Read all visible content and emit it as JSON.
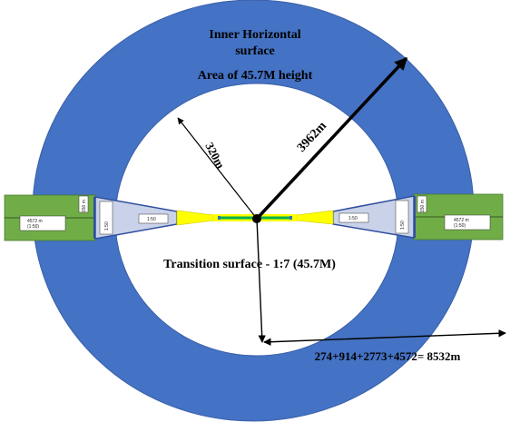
{
  "title_line1": "Inner Horizontal",
  "title_line2": "surface",
  "area_text": "Area of 45.7M height",
  "radius_outer_label": "3962m",
  "radius_inner_label": "320m",
  "transition_text": "Transition surface - 1:7 (45.7M)",
  "total_text": "274+914+2773+4572= 8532m",
  "approach_left": {
    "length_label": "4572 m",
    "length_sub": "(1:50)",
    "width_label": "150 m",
    "fan_label": "1:50",
    "fan_box_label": "1:50"
  },
  "approach_right": {
    "length_label": "4572 m",
    "length_sub": "(1:50)",
    "width_label": "150 m",
    "fan_label": "1:50",
    "fan_box_label": "1:50"
  },
  "colors": {
    "ring": "#4472c4",
    "ring_edge": "#3a5fa8",
    "approach_green": "#70ad47",
    "approach_fan": "#c9d2e8",
    "yellow": "#ffff00",
    "runway_green": "#00b050",
    "runway_blue": "#2e75b6"
  }
}
